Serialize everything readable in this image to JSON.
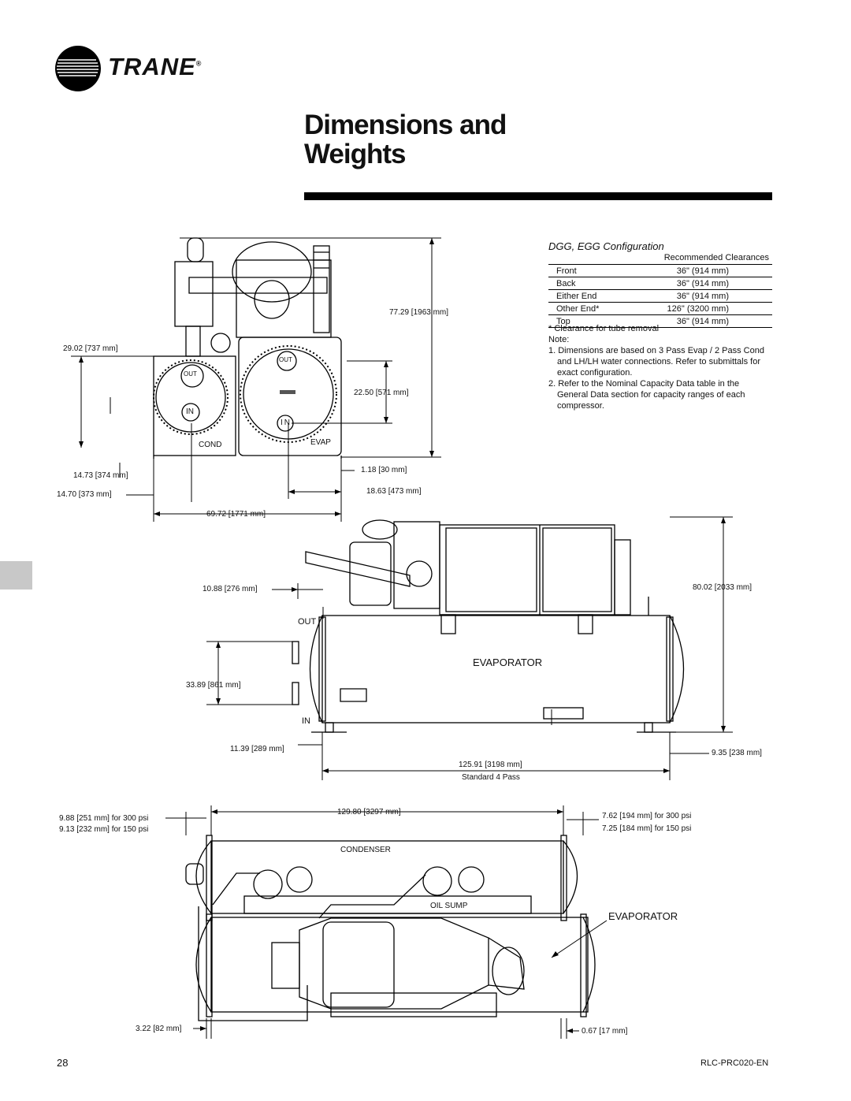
{
  "brand": {
    "name": "TRANE",
    "mark": "®"
  },
  "page_title": {
    "line1": "Dimensions and",
    "line2": "Weights"
  },
  "configuration": {
    "title": "DGG, EGG  Configuration"
  },
  "clearances": {
    "header": "Recommended Clearances",
    "rows": [
      {
        "location": "Front",
        "value": "36\" (914 mm)"
      },
      {
        "location": "Back",
        "value": "36\" (914 mm)"
      },
      {
        "location": "Either End",
        "value": "36\" (914 mm)"
      },
      {
        "location": "Other End*",
        "value": "126\" (3200 mm)"
      },
      {
        "location": "Top",
        "value": "36\" (914 mm)"
      }
    ]
  },
  "notes": {
    "footnote": "* Clearance for tube removal",
    "heading": "Note:",
    "items": [
      "1. Dimensions are based on 3 Pass Evap / 2 Pass Cond and LH/LH water connections. Refer to submittals for exact configuration.",
      "2. Refer to the Nominal Capacity Data table in the General Data section for capacity ranges of each compressor."
    ]
  },
  "end_view": {
    "dims": {
      "height_total": "77.29 [1963 mm]",
      "cond_height": "29.02 [737 mm]",
      "evap_conn": "22.50 [571 mm]",
      "cond_bottom": "14.73 [374 mm]",
      "cond_width": "14.70 [373 mm]",
      "width_total": "69.72 [1771 mm]",
      "foot": "1.18 [30 mm]",
      "evap_offset": "18.63 [473 mm]"
    },
    "labels": {
      "out_cond": "OUT",
      "in_cond": "IN",
      "out_evap": "OUT",
      "in_evap": "IN",
      "cond": "COND",
      "evap": "EVAP"
    }
  },
  "side_view": {
    "dims": {
      "top_offset": "10.88 [276 mm]",
      "height_total": "80.02 [2033 mm]",
      "conn_spacing": "33.89 [861 mm]",
      "foot_left": "11.39 [289 mm]",
      "foot_right": "9.35 [238 mm]",
      "length": "125.91 [3198 mm]",
      "length_note": "Standard 4 Pass"
    },
    "labels": {
      "out": "OUT",
      "in": "IN",
      "evaporator": "EVAPORATOR"
    }
  },
  "top_view": {
    "dims": {
      "length": "129.80 [3297 mm]",
      "left_300": "9.88 [251 mm] for 300 psi",
      "left_150": "9.13 [232 mm] for 150 psi",
      "right_300": "7.62 [194 mm] for 300 psi",
      "right_150": "7.25 [184 mm] for 150 psi",
      "left_foot": "3.22 [82 mm]",
      "right_foot": "0.67 [17 mm]"
    },
    "labels": {
      "condenser": "CONDENSER",
      "oil_sump": "OIL SUMP",
      "evaporator": "EVAPORATOR"
    }
  },
  "footer": {
    "page_number": "28",
    "doc_code": "RLC-PRC020-EN"
  }
}
